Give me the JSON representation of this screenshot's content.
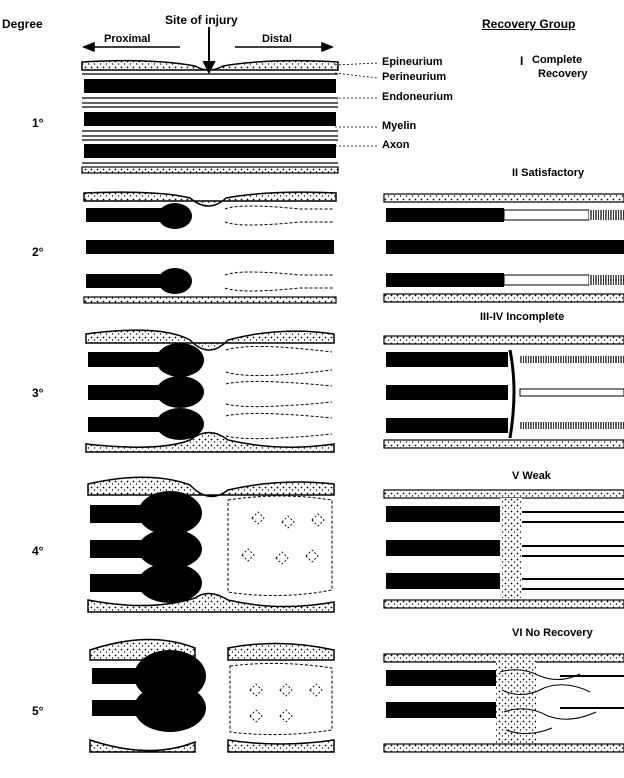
{
  "header": {
    "degree_col": "Degree",
    "site": "Site of injury",
    "proximal": "Proximal",
    "distal": "Distal",
    "recovery_col": "Recovery Group"
  },
  "layers": {
    "epineurium": "Epineurium",
    "perineurium": "Perineurium",
    "endoneurium": "Endoneurium",
    "myelin": "Myelin",
    "axon": "Axon"
  },
  "degrees": [
    "1°",
    "2°",
    "3°",
    "4°",
    "5°"
  ],
  "recovery": {
    "g1_num": "I",
    "g1_line1": "Complete",
    "g1_line2": "Recovery",
    "g2": "II  Satisfactory",
    "g3": "III-IV  Incomplete",
    "g4": "V  Weak",
    "g5": "VI  No Recovery"
  },
  "colors": {
    "ink": "#000000",
    "paper": "#ffffff"
  }
}
